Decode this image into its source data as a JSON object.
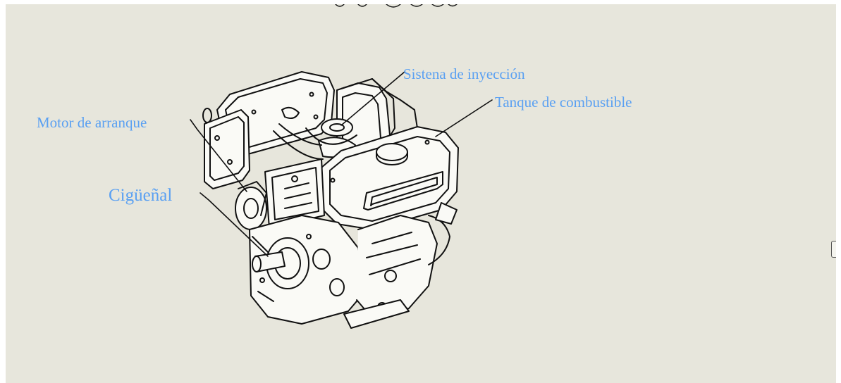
{
  "labels": {
    "motor_arranque": "Motor de arranque",
    "ciguenal": "Cigüeñal",
    "sistema_inyeccion": "Sistena de inyección",
    "tanque_combustible": "Tanque de combustible"
  },
  "colors": {
    "background": "#e7e6dc",
    "label": "#5aa0f2",
    "line": "#111111"
  }
}
